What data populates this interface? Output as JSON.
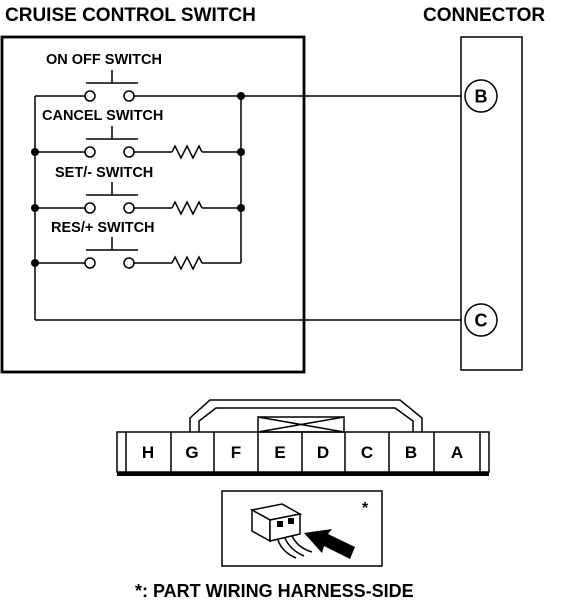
{
  "titles": {
    "switch": "CRUISE CONTROL SWITCH",
    "connector": "CONNECTOR"
  },
  "switches": [
    {
      "label": "ON OFF SWITCH"
    },
    {
      "label": "CANCEL SWITCH"
    },
    {
      "label": "SET/- SWITCH"
    },
    {
      "label": "RES/+ SWITCH"
    }
  ],
  "connector_pins": [
    "B",
    "C"
  ],
  "harness_cells": [
    "H",
    "G",
    "F",
    "E",
    "D",
    "C",
    "B",
    "A"
  ],
  "view_mark": "*",
  "note": "*: PART WIRING HARNESS-SIDE"
}
